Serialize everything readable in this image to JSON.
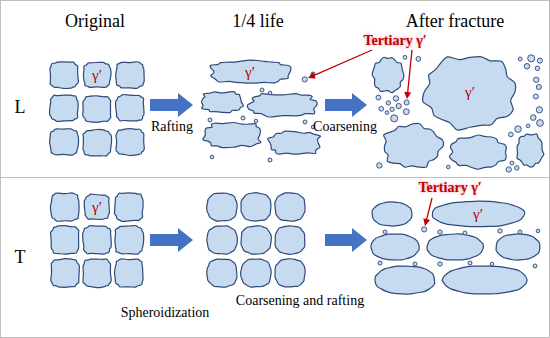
{
  "diagram": {
    "nodes": [
      {
        "text": [
          "γ′"
        ]
      },
      {
        "text": [
          "γ′"
        ]
      },
      {
        "text": [
          "γ′"
        ]
      },
      {
        "text": [
          "γ′"
        ]
      },
      {
        "text": [
          "γ′"
        ]
      }
    ],
    "labels": [
      "Original",
      "1/4 life",
      "After fracture",
      "L",
      "Rafting",
      "Coarsening",
      "Tertiary γ′",
      "T",
      "Spheroidization",
      "Coarsening and rafting",
      "Tertiary γ′"
    ]
  }
}
